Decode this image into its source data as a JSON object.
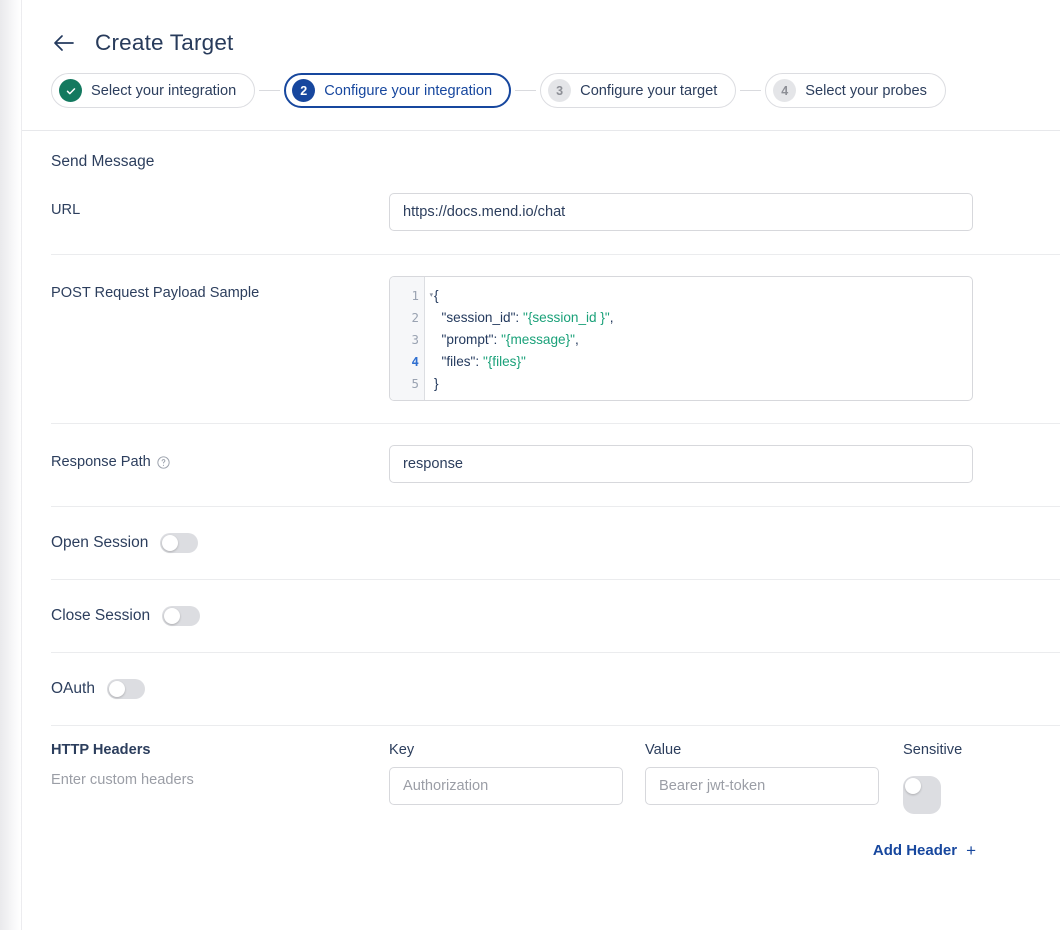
{
  "header": {
    "back_icon": "arrow-left-icon",
    "title": "Create Target"
  },
  "stepper": {
    "steps": [
      {
        "badge": "✓",
        "label": "Select your integration",
        "state": "done"
      },
      {
        "badge": "2",
        "label": "Configure your integration",
        "state": "current"
      },
      {
        "badge": "3",
        "label": "Configure your target",
        "state": "todo"
      },
      {
        "badge": "4",
        "label": "Select your probes",
        "state": "todo"
      }
    ]
  },
  "form": {
    "section_title": "Send Message",
    "url": {
      "label": "URL",
      "value": "https://docs.mend.io/chat"
    },
    "payload": {
      "label": "POST Request Payload Sample",
      "gutter": [
        "1",
        "2",
        "3",
        "4",
        "5"
      ],
      "cursor_line": 4,
      "fold_icon": "chevron-down-icon",
      "lines": [
        {
          "n": "1",
          "punct": "{",
          "key": "",
          "val": "",
          "tail": ""
        },
        {
          "n": "2",
          "punct": "",
          "key": "  \"session_id\": ",
          "val": "\"{session_id }\"",
          "tail": ","
        },
        {
          "n": "3",
          "punct": "",
          "key": "  \"prompt\": ",
          "val": "\"{message}\"",
          "tail": ","
        },
        {
          "n": "4",
          "punct": "",
          "key": "  \"files\": ",
          "val": "\"{files}\"",
          "tail": ""
        },
        {
          "n": "5",
          "punct": "}",
          "key": "",
          "val": "",
          "tail": ""
        }
      ]
    },
    "response_path": {
      "label": "Response Path",
      "help_icon": "help-circle-icon",
      "value": "response"
    },
    "open_session": {
      "label": "Open Session",
      "enabled": false
    },
    "close_session": {
      "label": "Close Session",
      "enabled": false
    },
    "oauth": {
      "label": "OAuth",
      "enabled": false
    },
    "http_headers": {
      "title": "HTTP Headers",
      "subtitle": "Enter custom headers",
      "key_column": "Key",
      "value_column": "Value",
      "sensitive_column": "Sensitive",
      "key_placeholder": "Authorization",
      "value_placeholder": "Bearer jwt-token",
      "sensitive_enabled": false,
      "add_label": "Add Header",
      "add_icon": "plus-icon"
    }
  },
  "colors": {
    "brand_blue": "#17479E",
    "success_green": "#13795F",
    "text": "#2C3E5D",
    "muted": "#9B9EA6",
    "border": "#D7D8DC",
    "code_string": "#1AA179"
  }
}
